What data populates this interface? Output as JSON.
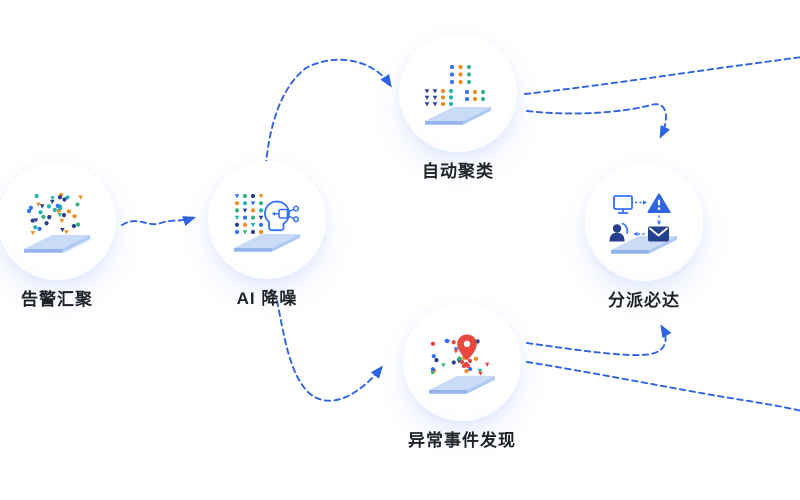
{
  "flow": {
    "title": "alert-handling-pipeline",
    "nodes": [
      {
        "id": "alert-aggregation",
        "label": "告警汇聚",
        "icon": "scatter-dots-platform-icon"
      },
      {
        "id": "ai-noise-reduction",
        "label": "AI 降噪",
        "icon": "dot-grid-ai-head-platform-icon"
      },
      {
        "id": "auto-clustering",
        "label": "自动聚类",
        "icon": "clustered-dots-platform-icon"
      },
      {
        "id": "dispatch-delivery",
        "label": "分派必达",
        "icon": "monitor-alert-mail-person-platform-icon"
      },
      {
        "id": "anomaly-detection",
        "label": "异常事件发现",
        "icon": "scatter-dots-map-pin-platform-icon"
      }
    ],
    "edges": [
      {
        "from": "alert-aggregation",
        "to": "ai-noise-reduction",
        "style": "dashed-arrow"
      },
      {
        "from": "ai-noise-reduction",
        "to": "auto-clustering",
        "style": "dashed-arrow"
      },
      {
        "from": "ai-noise-reduction",
        "to": "anomaly-detection",
        "style": "dashed-arrow"
      },
      {
        "from": "auto-clustering",
        "to": "offscreen-right-top",
        "style": "dashed-line"
      },
      {
        "from": "auto-clustering",
        "to": "dispatch-delivery",
        "style": "dashed-arrow"
      },
      {
        "from": "anomaly-detection",
        "to": "dispatch-delivery",
        "style": "dashed-arrow"
      },
      {
        "from": "anomaly-detection",
        "to": "offscreen-right-bottom",
        "style": "dashed-line"
      }
    ],
    "colors": {
      "arrow": "#2E63E2",
      "label": "#1F2329",
      "platform_top": "#C9DBF7",
      "platform_front": "#93B5EC",
      "platform_side": "#AFC9F3",
      "platform_under": "#E4EDFB",
      "dot_blue": "#3370FF",
      "dot_orange": "#F28A1F",
      "dot_green": "#34B37E",
      "dot_teal": "#1FB5B5",
      "dot_navy": "#28418F",
      "icon_navy": "#24408E",
      "icon_blue_stroke": "#3370FF",
      "pin_red": "#E8473F"
    }
  }
}
